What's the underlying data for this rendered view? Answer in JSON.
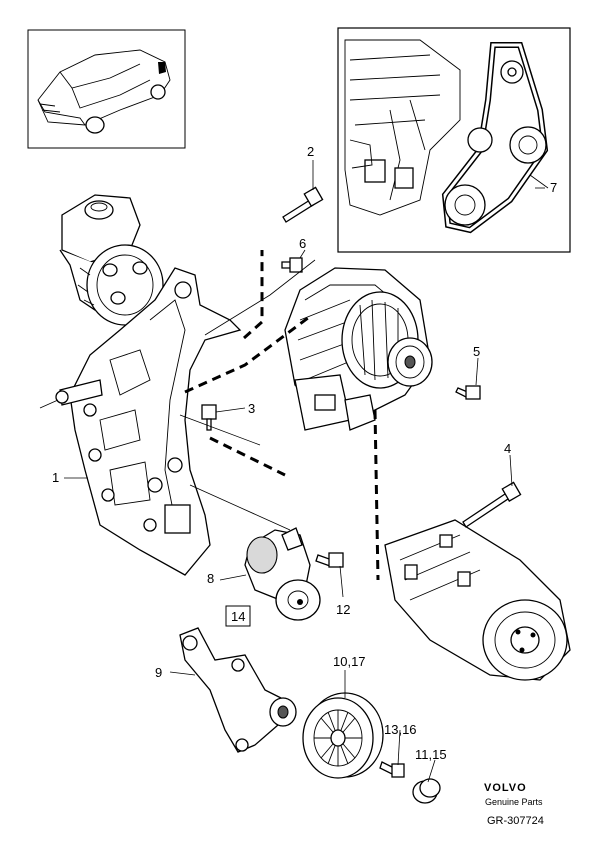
{
  "callouts": {
    "c1": "1",
    "c2": "2",
    "c3": "3",
    "c4": "4",
    "c5": "5",
    "c6": "6",
    "c7": "7",
    "c8": "8",
    "c9": "9",
    "c10_17": "10,17",
    "c12": "12",
    "c13_16": "13,16",
    "c11_15": "11,15",
    "c14": "14"
  },
  "footer": {
    "brand": "VOLVO",
    "subtitle": "Genuine Parts",
    "reference": "GR-307724"
  }
}
